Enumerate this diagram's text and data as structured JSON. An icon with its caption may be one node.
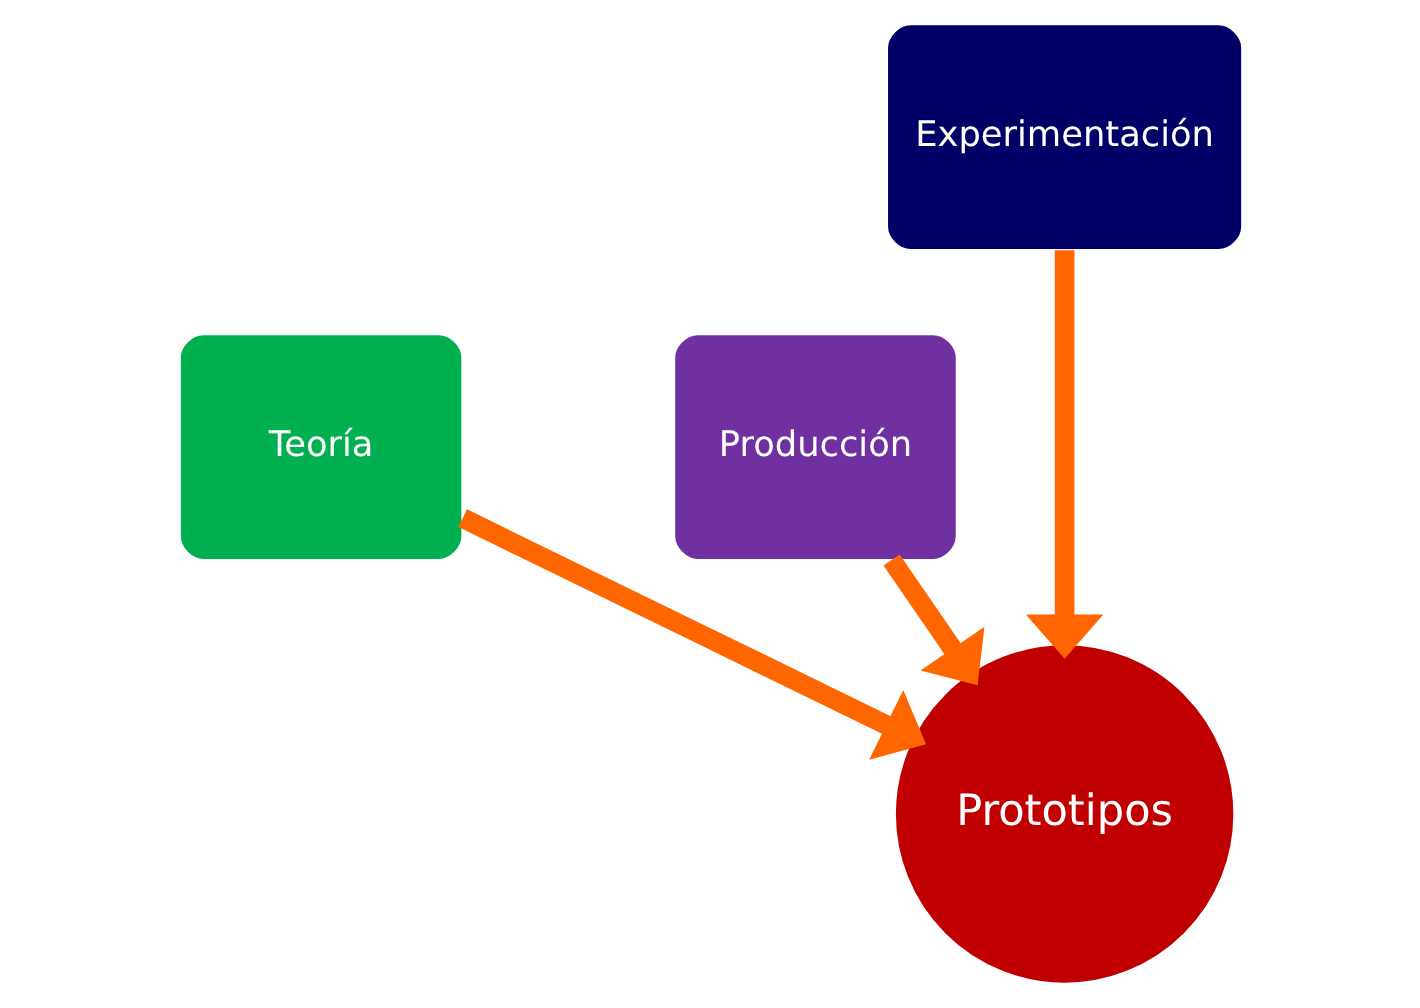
{
  "diagram": {
    "nodes": [
      {
        "text": [
          "Experimentación"
        ]
      },
      {
        "text": [
          "Teoría"
        ]
      },
      {
        "text": [
          "Producción"
        ]
      },
      {
        "text": [
          "Prototipos"
        ]
      }
    ],
    "edges": [
      {
        "from": 1,
        "to": 3,
        "arrow": "to",
        "color": "#ff6600"
      },
      {
        "from": 0,
        "to": 3,
        "arrow": "to",
        "color": "#ff6600"
      },
      {
        "from": 2,
        "to": 3,
        "arrow": "to",
        "color": "#ff6600"
      }
    ]
  }
}
